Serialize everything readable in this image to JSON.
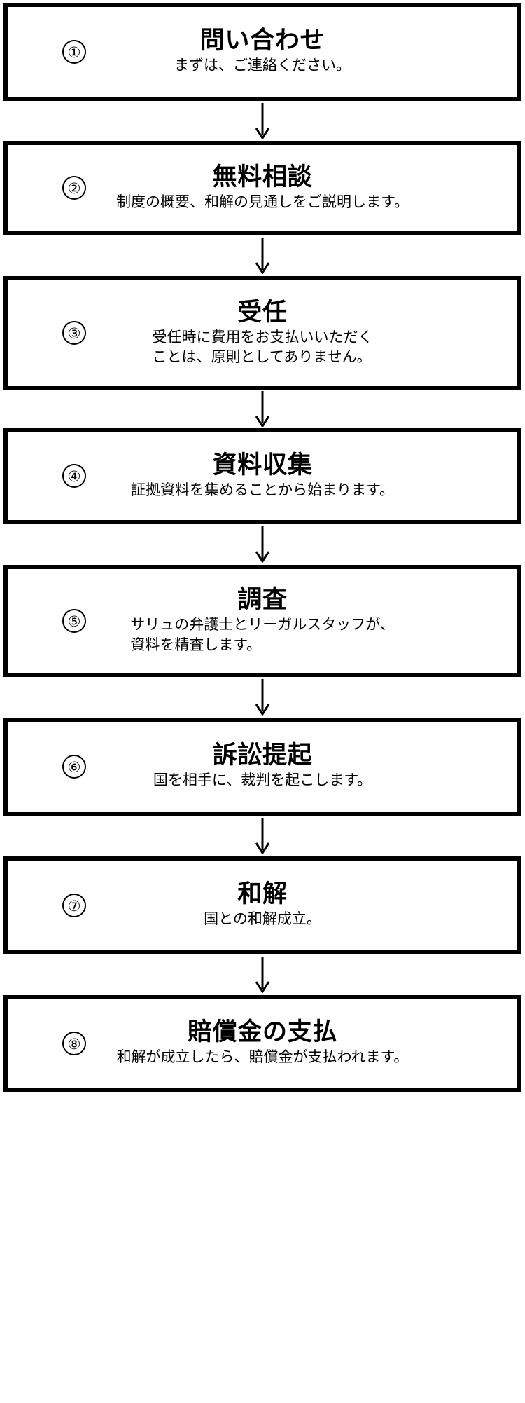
{
  "diagram": {
    "type": "vertical-flowchart",
    "orientation": "top-to-bottom",
    "connector": "down-arrow",
    "colors": {
      "border": "#000000",
      "background": "#ffffff",
      "text": "#000000"
    },
    "steps": [
      {
        "number": "①",
        "title": "問い合わせ",
        "description": "まずは、ご連絡ください。",
        "align": "center"
      },
      {
        "number": "②",
        "title": "無料相談",
        "description": "制度の概要、和解の見通しをご説明します。",
        "align": "center"
      },
      {
        "number": "③",
        "title": "受任",
        "description": "受任時に費用をお支払いいただく\nことは、原則としてありません。",
        "align": "left"
      },
      {
        "number": "④",
        "title": "資料収集",
        "description": "証拠資料を集めることから始まります。",
        "align": "center"
      },
      {
        "number": "⑤",
        "title": "調査",
        "description": "サリュの弁護士とリーガルスタッフが、\n資料を精査します。",
        "align": "left"
      },
      {
        "number": "⑥",
        "title": "訴訟提起",
        "description": "国を相手に、裁判を起こします。",
        "align": "center"
      },
      {
        "number": "⑦",
        "title": "和解",
        "description": "国との和解成立。",
        "align": "center"
      },
      {
        "number": "⑧",
        "title": "賠償金の支払",
        "description": "和解が成立したら、賠償金が支払われます。",
        "align": "center"
      }
    ]
  }
}
